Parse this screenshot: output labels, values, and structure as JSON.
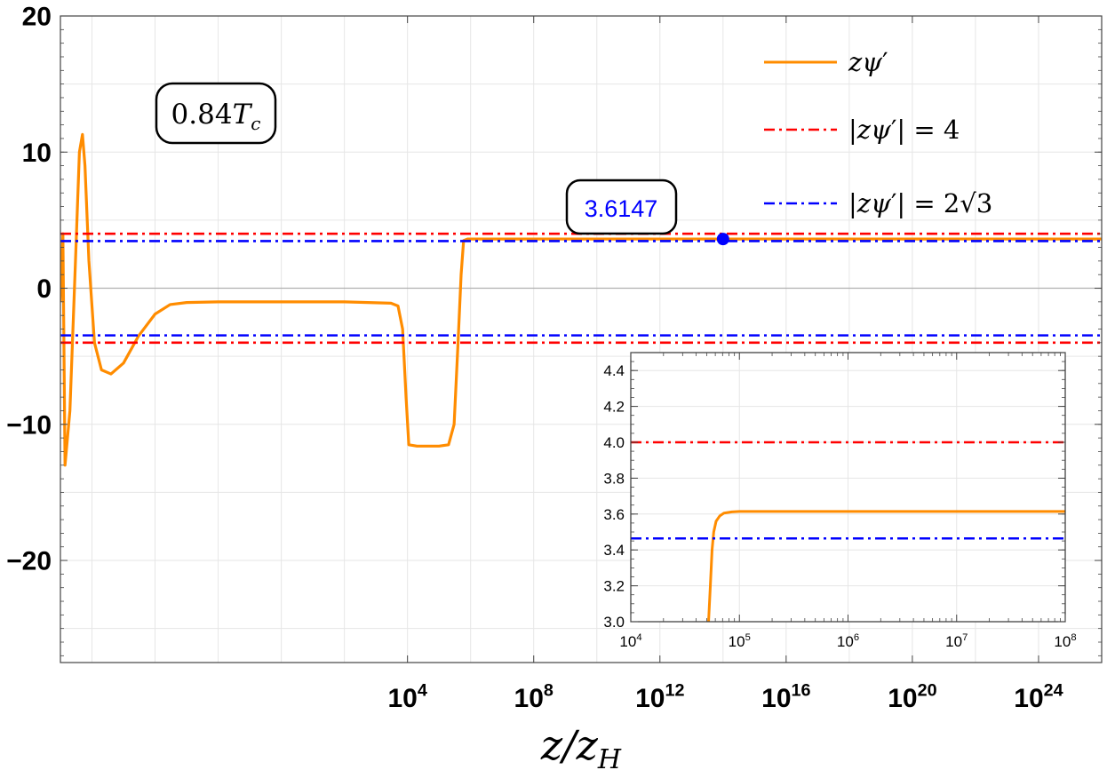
{
  "chart_data": [
    {
      "type": "line",
      "xlabel": "z/z_H",
      "xlabel_parts": {
        "main": "z/z",
        "sub": "H"
      },
      "x_scale": "log10",
      "xlim": [
        1e-07,
        1e+26
      ],
      "x_ticks": [
        {
          "value": 10000.0,
          "base": "10",
          "exp": "4"
        },
        {
          "value": 100000000.0,
          "base": "10",
          "exp": "8"
        },
        {
          "value": 1000000000000.0,
          "base": "10",
          "exp": "12"
        },
        {
          "value": 1e+16,
          "base": "10",
          "exp": "16"
        },
        {
          "value": 1e+20,
          "base": "10",
          "exp": "20"
        },
        {
          "value": 1e+24,
          "base": "10",
          "exp": "24"
        }
      ],
      "ylim": [
        -27.5,
        20
      ],
      "y_ticks": [
        "20",
        "10",
        "0",
        "−10",
        "−20"
      ],
      "y_tick_values": [
        20,
        10,
        0,
        -10,
        -20
      ],
      "grid": true,
      "temperature_label": {
        "main": "0.84",
        "var": "T",
        "sub": "c"
      },
      "annotation": {
        "label": "3.6147",
        "x": 100000000000000.0,
        "y": 3.6147,
        "color": "#0000ff"
      },
      "legend_position": "top-right",
      "legend": [
        {
          "text": "zψ′",
          "style": "solid",
          "color": "#ff8c00"
        },
        {
          "text": "|zψ′| = 4",
          "style": "dash-dot",
          "color": "#ff0000"
        },
        {
          "text": "|zψ′| = 2√3",
          "style": "dash-dot",
          "color": "#0000ff"
        }
      ],
      "series": [
        {
          "style": "solid",
          "color": "#ff8c00",
          "points": [
            [
              1e-07,
              -1.0
            ],
            [
              1.2e-07,
              4.0
            ],
            [
              1.4e-07,
              -13.0
            ],
            [
              2e-07,
              -9.0
            ],
            [
              3e-07,
              2.0
            ],
            [
              4e-07,
              10.0
            ],
            [
              5e-07,
              11.3
            ],
            [
              6e-07,
              9.0
            ],
            [
              8e-07,
              2.0
            ],
            [
              1.2e-06,
              -4.0
            ],
            [
              2e-06,
              -6.0
            ],
            [
              4e-06,
              -6.3
            ],
            [
              1e-05,
              -5.5
            ],
            [
              3e-05,
              -3.5
            ],
            [
              0.0001,
              -1.9
            ],
            [
              0.0003,
              -1.2
            ],
            [
              0.001,
              -1.05
            ],
            [
              0.01,
              -1.0
            ],
            [
              1,
              -1.0
            ],
            [
              100,
              -1.0
            ],
            [
              3000,
              -1.1
            ],
            [
              5000,
              -1.3
            ],
            [
              7000,
              -3.0
            ],
            [
              9000,
              -8.0
            ],
            [
              11000,
              -11.5
            ],
            [
              20000,
              -11.6
            ],
            [
              100000.0,
              -11.6
            ],
            [
              200000.0,
              -11.5
            ],
            [
              300000.0,
              -10.0
            ],
            [
              400000.0,
              -4.0
            ],
            [
              500000.0,
              1.0
            ],
            [
              600000.0,
              3.5
            ],
            [
              800000.0,
              3.6147
            ],
            [
              1e+26,
              3.6147
            ]
          ]
        },
        {
          "style": "dash-dot",
          "color": "#ff0000",
          "y": 4.0,
          "xlim": [
            1e-07,
            1e+26
          ]
        },
        {
          "style": "dash-dot",
          "color": "#ff0000",
          "y": -4.0,
          "xlim": [
            1e-07,
            1e+26
          ]
        },
        {
          "style": "dash-dot",
          "color": "#0000ff",
          "y": 3.4641,
          "xlim": [
            1e-07,
            1e+26
          ]
        },
        {
          "style": "dash-dot",
          "color": "#0000ff",
          "y": -3.4641,
          "xlim": [
            1e-07,
            1e+26
          ]
        }
      ]
    },
    {
      "type": "line",
      "title": "",
      "x_scale": "log10",
      "xlim": [
        10000.0,
        100000000.0
      ],
      "x_ticks": [
        {
          "value": 10000.0,
          "base": "10",
          "exp": "4"
        },
        {
          "value": 100000.0,
          "base": "10",
          "exp": "5"
        },
        {
          "value": 1000000.0,
          "base": "10",
          "exp": "6"
        },
        {
          "value": 10000000.0,
          "base": "10",
          "exp": "7"
        },
        {
          "value": 100000000.0,
          "base": "10",
          "exp": "8"
        }
      ],
      "ylim": [
        3.0,
        4.5
      ],
      "y_ticks": [
        "3.0",
        "3.2",
        "3.4",
        "3.6",
        "3.8",
        "4.0",
        "4.2",
        "4.4"
      ],
      "y_tick_values": [
        3.0,
        3.2,
        3.4,
        3.6,
        3.8,
        4.0,
        4.2,
        4.4
      ],
      "grid": true,
      "series": [
        {
          "style": "solid",
          "color": "#ff8c00",
          "points": [
            [
              52000,
              3.0
            ],
            [
              54000,
              3.2
            ],
            [
              56000,
              3.4
            ],
            [
              58000,
              3.5
            ],
            [
              61000,
              3.56
            ],
            [
              66000,
              3.59
            ],
            [
              72000,
              3.605
            ],
            [
              85000,
              3.612
            ],
            [
              100000,
              3.6147
            ],
            [
              100000000.0,
              3.6147
            ]
          ]
        },
        {
          "style": "dash-dot",
          "color": "#ff0000",
          "y": 4.0
        },
        {
          "style": "dash-dot",
          "color": "#0000ff",
          "y": 3.4641
        }
      ]
    }
  ]
}
